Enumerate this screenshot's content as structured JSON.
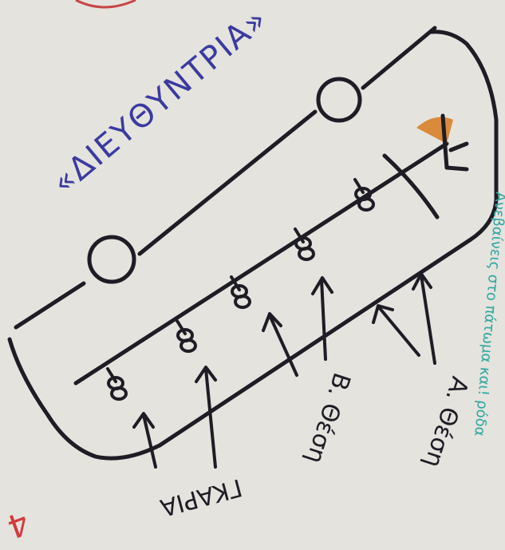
{
  "title": "«ΔΙΕΥΘΥΝΤΡΙΑ»",
  "labels": {
    "bottom_left": "ΓΚΑΡΙΑ",
    "middle": "Β. Θέση",
    "right": "Α. Θέση",
    "side_note": "Ανεβαίνεις στο πάτωμα και! ρόδα"
  },
  "page_mark": "4",
  "colors": {
    "title_ink": "#3a3aa0",
    "line_ink": "#1e1c24",
    "note_ink": "#2fa6a0",
    "accent_orange": "#d98a3a",
    "page_mark_red": "#d23a3a"
  }
}
